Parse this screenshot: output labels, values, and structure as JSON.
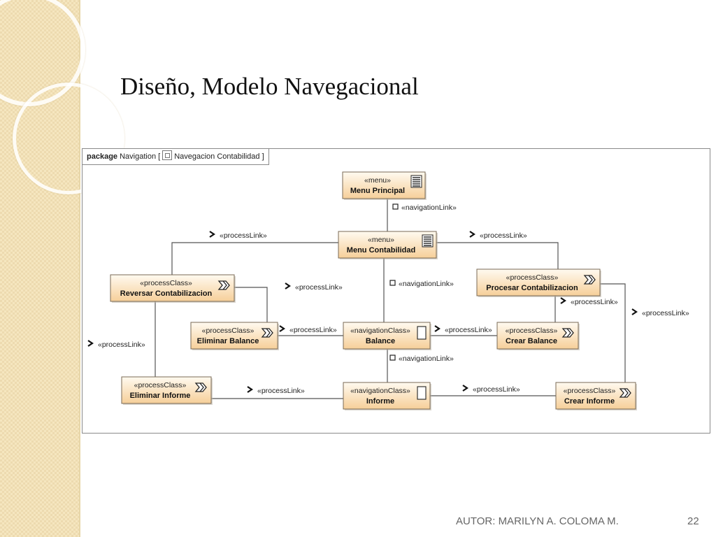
{
  "slide": {
    "title": "Diseño, Modelo Navegacional",
    "footer_author": "AUTOR: MARILYN A. COLOMA M.",
    "page_number": "22"
  },
  "package": {
    "keyword": "package",
    "name": "Navigation",
    "bracket_open": "[",
    "diagram_name": "Navegacion Contabilidad",
    "bracket_close": "]"
  },
  "nodes": [
    {
      "id": "menu-principal",
      "stereotype": "«menu»",
      "name": "Menu Principal",
      "icon": "menu-list-icon"
    },
    {
      "id": "menu-contabilidad",
      "stereotype": "«menu»",
      "name": "Menu Contabilidad",
      "icon": "menu-list-icon"
    },
    {
      "id": "reversar-contabilizacion",
      "stereotype": "«processClass»",
      "name": "Reversar Contabilizacion",
      "icon": "process-arrow-icon"
    },
    {
      "id": "procesar-contabilizacion",
      "stereotype": "«processClass»",
      "name": "Procesar Contabilizacion",
      "icon": "process-arrow-icon"
    },
    {
      "id": "eliminar-balance",
      "stereotype": "«processClass»",
      "name": "Eliminar Balance",
      "icon": "process-arrow-icon"
    },
    {
      "id": "balance",
      "stereotype": "«navigationClass»",
      "name": "Balance",
      "icon": "navigation-page-icon"
    },
    {
      "id": "crear-balance",
      "stereotype": "«processClass»",
      "name": "Crear Balance",
      "icon": "process-arrow-icon"
    },
    {
      "id": "eliminar-informe",
      "stereotype": "«processClass»",
      "name": "Eliminar Informe",
      "icon": "process-arrow-icon"
    },
    {
      "id": "informe",
      "stereotype": "«navigationClass»",
      "name": "Informe",
      "icon": "navigation-page-icon"
    },
    {
      "id": "crear-informe",
      "stereotype": "«processClass»",
      "name": "Crear Informe",
      "icon": "process-arrow-icon"
    }
  ],
  "links": [
    {
      "label": "«navigationLink»",
      "kind": "navigation"
    },
    {
      "label": "«processLink»",
      "kind": "process"
    },
    {
      "label": "«processLink»",
      "kind": "process"
    },
    {
      "label": "«processLink»",
      "kind": "process"
    },
    {
      "label": "«navigationLink»",
      "kind": "navigation"
    },
    {
      "label": "«processLink»",
      "kind": "process"
    },
    {
      "label": "«processLink»",
      "kind": "process"
    },
    {
      "label": "«processLink»",
      "kind": "process"
    },
    {
      "label": "«processLink»",
      "kind": "process"
    },
    {
      "label": "«processLink»",
      "kind": "process"
    },
    {
      "label": "«navigationLink»",
      "kind": "navigation"
    },
    {
      "label": "«processLink»",
      "kind": "process"
    },
    {
      "label": "«processLink»",
      "kind": "process"
    }
  ],
  "colors": {
    "node_fill_top": "#fffaf0",
    "node_fill_bottom": "#f6cf99",
    "node_border": "#7a6a55",
    "line": "#555555",
    "side_band": "#f5e6bf"
  }
}
